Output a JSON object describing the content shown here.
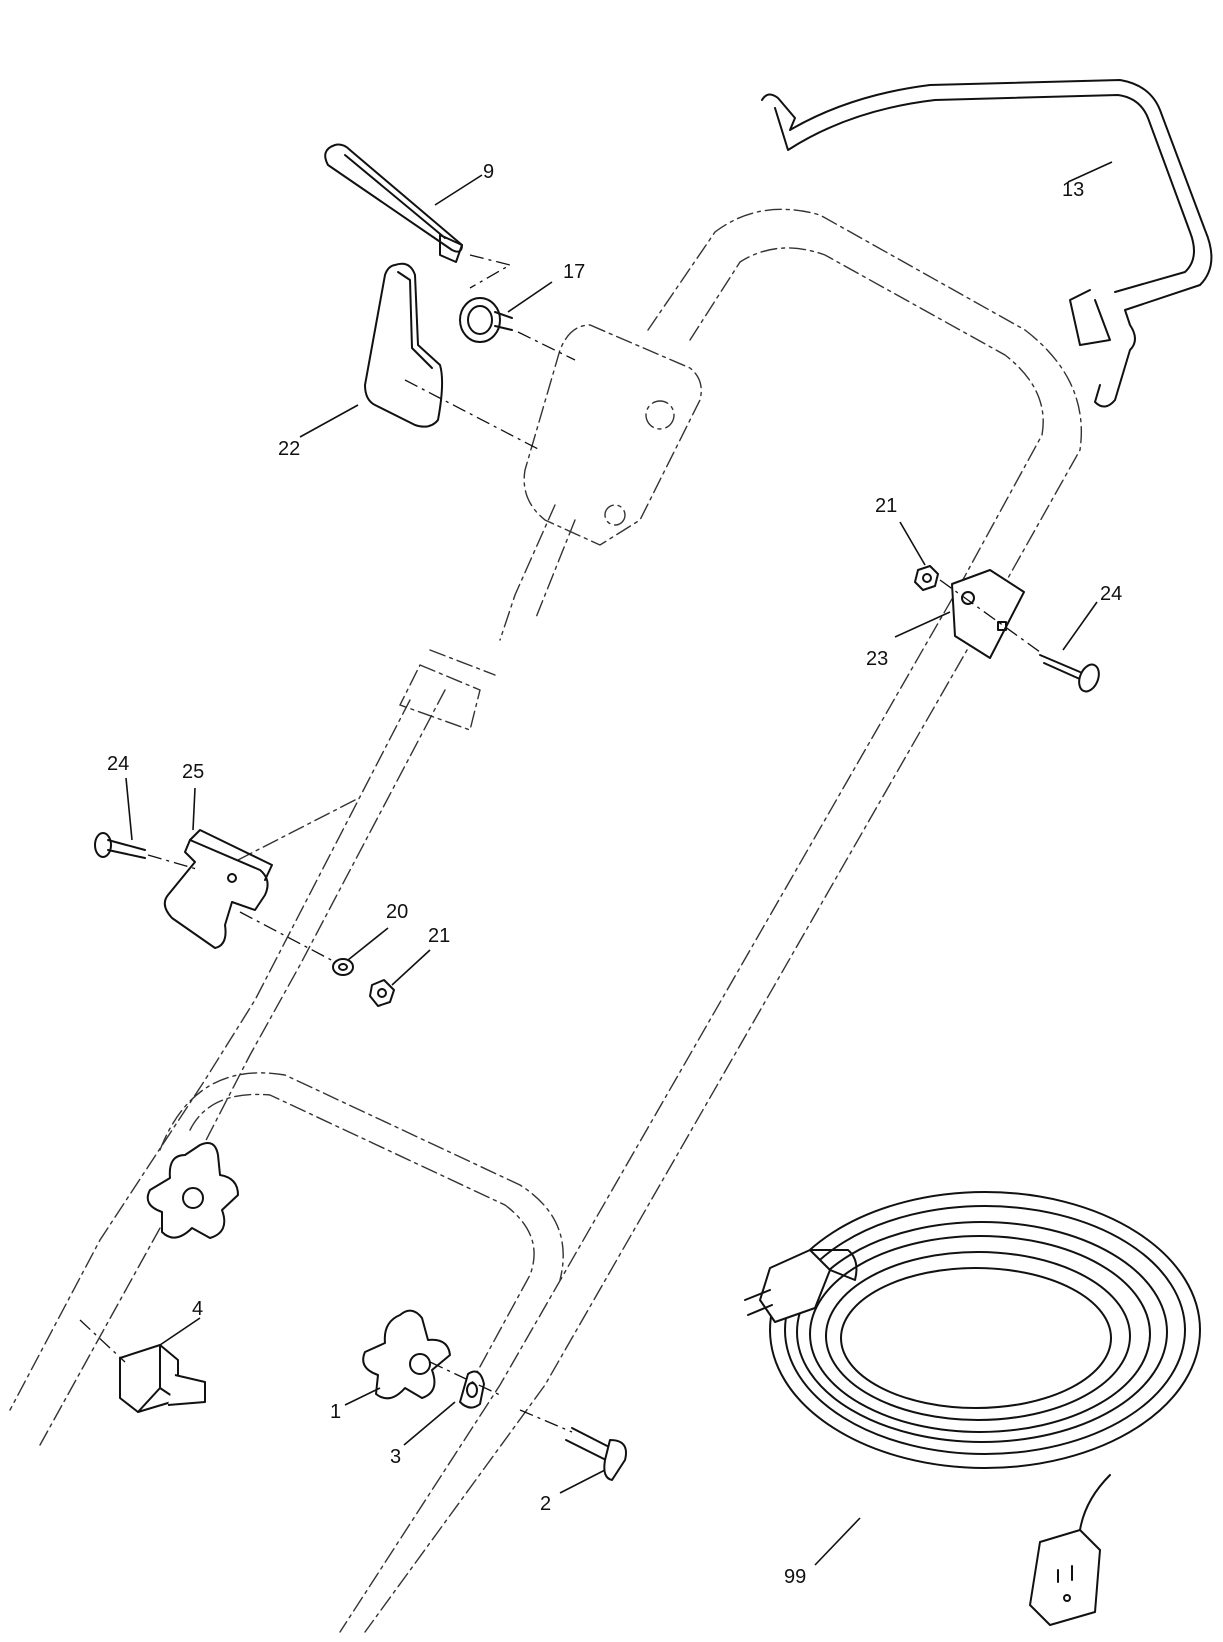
{
  "callouts": {
    "c1": "1",
    "c2": "2",
    "c3": "3",
    "c4": "4",
    "c9": "9",
    "c13": "13",
    "c17": "17",
    "c20": "20",
    "c21a": "21",
    "c21b": "21",
    "c22": "22",
    "c23": "23",
    "c24a": "24",
    "c24b": "24",
    "c25": "25",
    "c99": "99"
  }
}
